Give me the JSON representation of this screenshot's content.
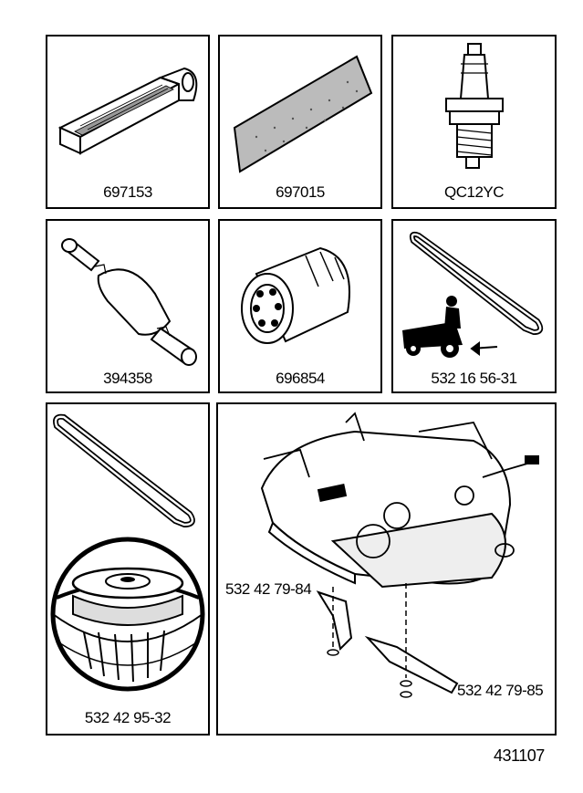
{
  "parts": {
    "air_filter": {
      "number": "697153",
      "icon": "air-filter-icon"
    },
    "pre_filter": {
      "number": "697015",
      "icon": "pre-filter-icon"
    },
    "spark_plug": {
      "number": "QC12YC",
      "icon": "spark-plug-icon"
    },
    "fuel_filter": {
      "number": "394358",
      "icon": "fuel-filter-icon"
    },
    "oil_filter": {
      "number": "696854",
      "icon": "oil-filter-icon"
    },
    "drive_belt": {
      "number": "532 16 56-31",
      "icon": "drive-belt-icon"
    },
    "deck_belt": {
      "number": "532 42 95-32",
      "icon": "deck-belt-icon"
    },
    "blade_left": {
      "number": "532 42 79-84",
      "icon": "mower-blade-icon"
    },
    "blade_right": {
      "number": "532 42 79-85",
      "icon": "mower-blade-icon"
    }
  },
  "document_number": "431107"
}
